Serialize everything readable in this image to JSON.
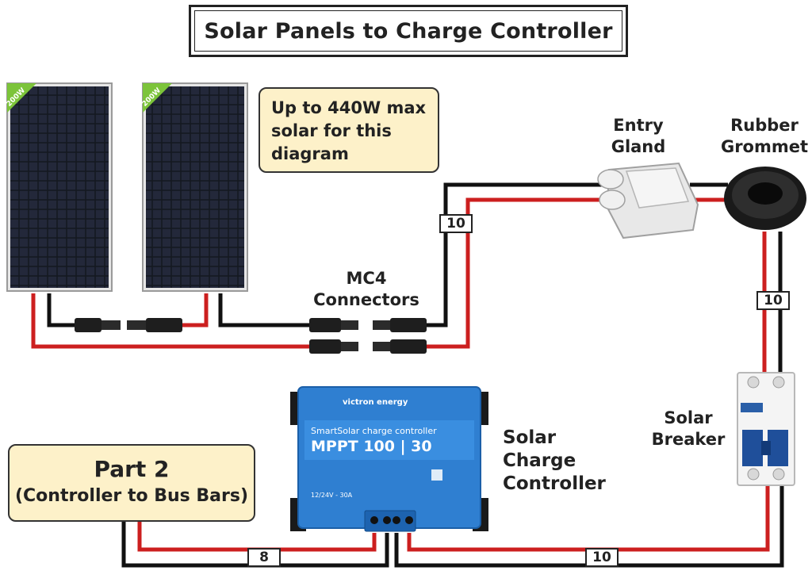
{
  "title": "Solar Panels to Charge Controller",
  "note_max": "Up to 440W max solar for this diagram",
  "panel_ratings": [
    "200W",
    "200W"
  ],
  "labels": {
    "mc4": "MC4 Connectors",
    "entry_gland": "Entry Gland",
    "rubber_grommet": "Rubber Grommet",
    "solar_breaker": "Solar Breaker",
    "controller": "Solar Charge Controller"
  },
  "part2": {
    "heading": "Part 2",
    "subheading": "(Controller to Bus Bars)"
  },
  "wire_gauges": {
    "panel_to_gland": "10",
    "grommet_to_breaker": "10",
    "breaker_to_controller": "10",
    "controller_to_busbars": "8"
  },
  "controller": {
    "brand": "victron energy",
    "model_line": "SmartSolar charge controller",
    "model": "MPPT 100 | 30",
    "spec": "12/24V - 30A"
  },
  "colors": {
    "positive_wire": "#cc1f1f",
    "negative_wire": "#111111",
    "controller_blue": "#2f7fd1",
    "note_fill": "#fdf1c9"
  }
}
